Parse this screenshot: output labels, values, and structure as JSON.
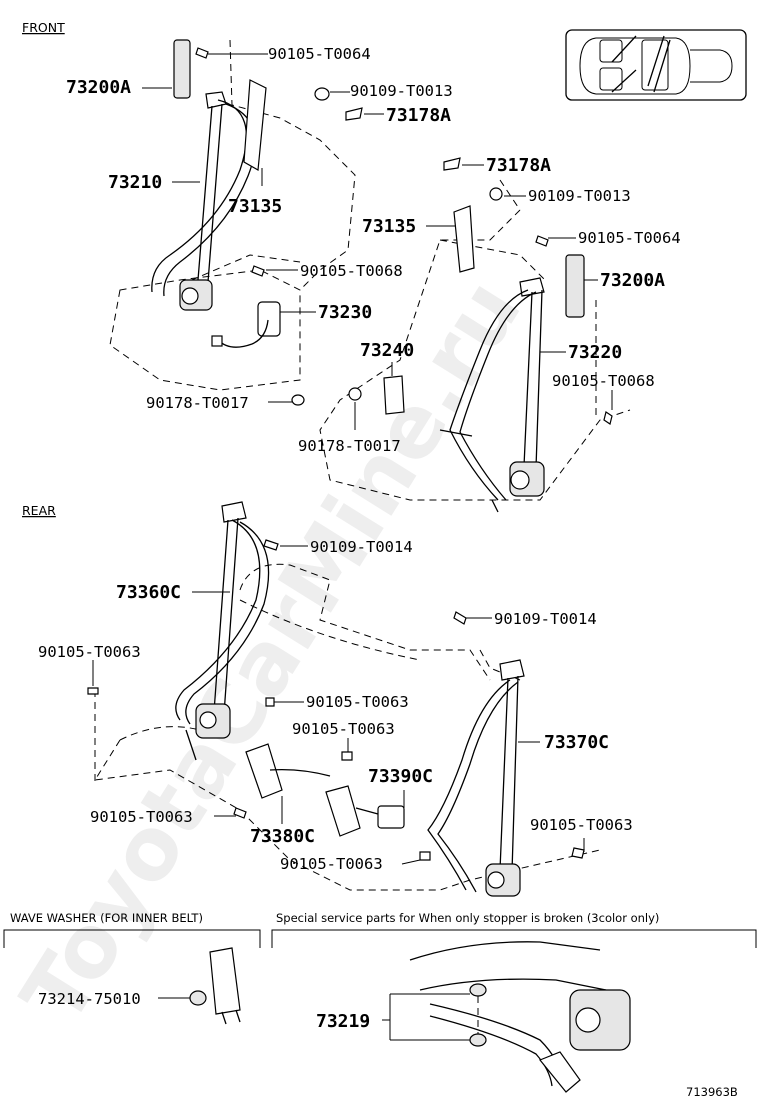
{
  "watermark": "ToyotaCarMine.ru",
  "sections": {
    "front": "FRONT",
    "rear": "REAR",
    "wave_washer": "WAVE WASHER (FOR INNER BELT)",
    "special": "Special service parts for When only stopper is broken (3color only)"
  },
  "reference": "713963B",
  "parts": {
    "f_90105_T0064_a": "90105-T0064",
    "f_73200A_a": "73200A",
    "f_90109_T0013_a": "90109-T0013",
    "f_73178A_a": "73178A",
    "f_73210": "73210",
    "f_73135_a": "73135",
    "f_90105_T0068_a": "90105-T0068",
    "f_73230": "73230",
    "f_90178_T0017_a": "90178-T0017",
    "f_73178A_b": "73178A",
    "f_90109_T0013_b": "90109-T0013",
    "f_73135_b": "73135",
    "f_90105_T0064_b": "90105-T0064",
    "f_73200A_b": "73200A",
    "f_73240": "73240",
    "f_73220": "73220",
    "f_90105_T0068_b": "90105-T0068",
    "f_90178_T0017_b": "90178-T0017",
    "r_90109_T0014_a": "90109-T0014",
    "r_73360C": "73360C",
    "r_90109_T0014_b": "90109-T0014",
    "r_90105_T0063_a": "90105-T0063",
    "r_90105_T0063_b": "90105-T0063",
    "r_90105_T0063_c": "90105-T0063",
    "r_73370C": "73370C",
    "r_73390C": "73390C",
    "r_90105_T0063_d": "90105-T0063",
    "r_73380C": "73380C",
    "r_90105_T0063_e": "90105-T0063",
    "r_90105_T0063_f": "90105-T0063",
    "w_73214_75010": "73214-75010",
    "s_73219": "73219"
  }
}
